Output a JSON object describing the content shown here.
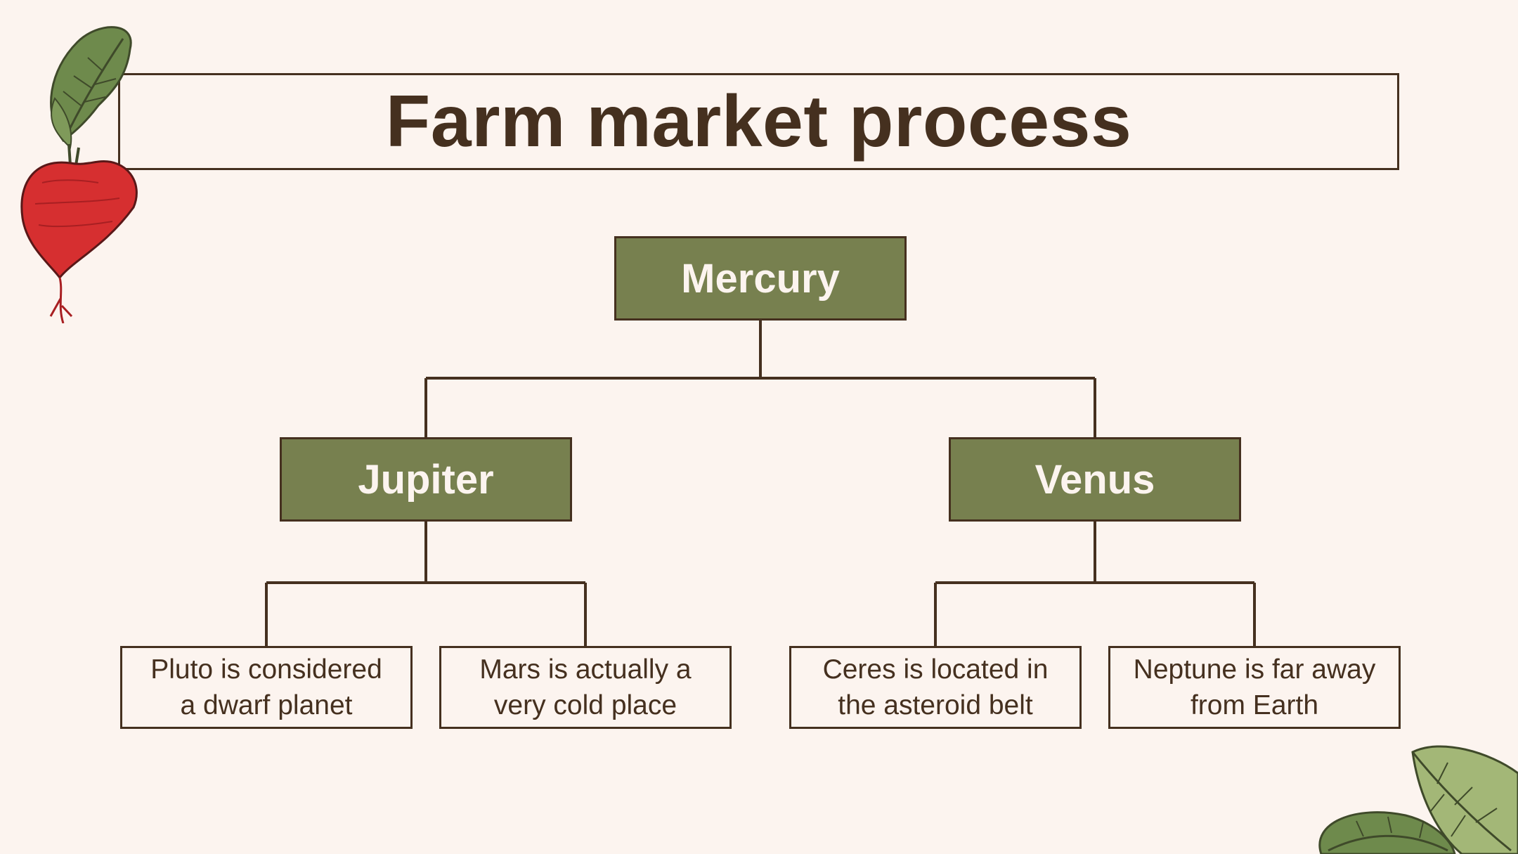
{
  "slide": {
    "title": "Farm market process"
  },
  "tree": {
    "root": {
      "label": "Mercury"
    },
    "left": {
      "label": "Jupiter",
      "children": [
        {
          "line1": "Pluto is considered",
          "line2": "a dwarf planet"
        },
        {
          "line1": "Mars is actually a",
          "line2": "very cold place"
        }
      ]
    },
    "right": {
      "label": "Venus",
      "children": [
        {
          "line1": "Ceres is located in",
          "line2": "the asteroid belt"
        },
        {
          "line1": "Neptune is far away",
          "line2": "from Earth"
        }
      ]
    }
  },
  "colors": {
    "background": "#fcf4ef",
    "node_fill": "#77804f",
    "stroke": "#45301f",
    "beet_red": "#d62f30",
    "leaf_green": "#6e8a4c"
  },
  "decorations": {
    "top_left": "beet-illustration",
    "bottom_right": "leaves-illustration"
  }
}
